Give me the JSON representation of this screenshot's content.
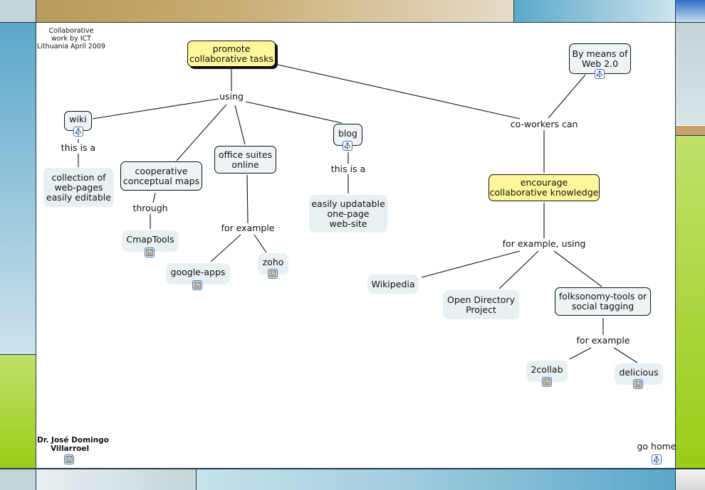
{
  "header": {
    "caption": [
      "Collaborative",
      "work by ICT",
      "Lithuania April 2009"
    ]
  },
  "concepts": {
    "promote": [
      "promote",
      "collaborative tasks"
    ],
    "by_means": [
      "By means of",
      "Web 2.0"
    ],
    "wiki": "wiki",
    "collection": [
      "collection of",
      "web-pages",
      "easily editable"
    ],
    "cooperative": [
      "cooperative",
      "conceptual maps"
    ],
    "cmaptools": "CmapTools",
    "office": [
      "office suites",
      "online"
    ],
    "google_apps": "google-apps",
    "zoho": "zoho",
    "blog": "blog",
    "easily_updatable": [
      "easily updatable",
      "one-page",
      "web-site"
    ],
    "encourage": [
      "encourage",
      "collaborative knowledge"
    ],
    "wikipedia": "Wikipedia",
    "open_directory": [
      "Open Directory",
      "Project"
    ],
    "folksonomy": [
      "folksonomy-tools or",
      "social tagging"
    ],
    "twocollab": "2collab",
    "delicious": "delicious"
  },
  "linking_phrases": {
    "using": "using",
    "wiki_this_is_a": "this is a",
    "through": "through",
    "office_for_example": "for example",
    "blog_this_is_a": "this is a",
    "coworkers_can": "co-workers can",
    "for_example_using": "for example, using",
    "folk_for_example": "for example"
  },
  "footer": {
    "author": [
      "Dr. José Domingo",
      "Villarroel"
    ],
    "go_home": "go home"
  },
  "icons": {
    "submap": "concept-map-resource-icon",
    "document": "web-page-resource-icon"
  },
  "colors": {
    "concept_fill": "#eef3f6",
    "highlight_fill": "#fdf79a",
    "resource_border": "#3b76c9"
  }
}
